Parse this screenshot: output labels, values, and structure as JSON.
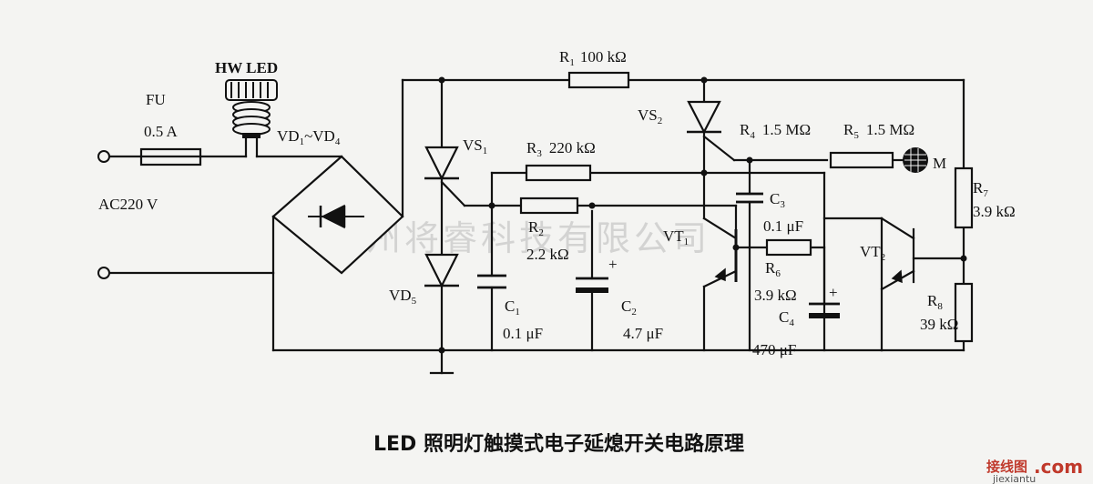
{
  "caption": "LED 照明灯触摸式电子延熄开关电路原理",
  "watermark": "杭州将睿科技有限公司",
  "brand": {
    "cn": "接线图",
    "dot": ".com",
    "url": "jiexiantu"
  },
  "labels": {
    "fu": "FU",
    "fu_value": "0.5 A",
    "hw_led": "HW  LED",
    "ac": "AC220 V",
    "bridge": "VD",
    "bridge_sub1": "1",
    "bridge_mid": "~VD",
    "bridge_sub2": "4",
    "vd5": "VD",
    "vd5_sub": "5",
    "vs1": "VS",
    "vs1_sub": "1",
    "vs2": "VS",
    "vs2_sub": "2",
    "r1": "R",
    "r1_sub": "1",
    "r1_value": "100 kΩ",
    "r2": "R",
    "r2_sub": "2",
    "r2_value": "2.2 kΩ",
    "r3": "R",
    "r3_sub": "3",
    "r3_value": "220 kΩ",
    "r4": "R",
    "r4_sub": "4",
    "r4_value": "1.5 MΩ",
    "r5": "R",
    "r5_sub": "5",
    "r5_value": "1.5 MΩ",
    "m": "M",
    "r6": "R",
    "r6_sub": "6",
    "r6_value": "3.9 kΩ",
    "r7": "R",
    "r7_sub": "7",
    "r7_value": "3.9 kΩ",
    "r8": "R",
    "r8_sub": "8",
    "r8_value": "39 kΩ",
    "c1": "C",
    "c1_sub": "1",
    "c1_value": "0.1 μF",
    "c2": "C",
    "c2_sub": "2",
    "c2_value": "4.7 μF",
    "c3": "C",
    "c3_sub": "3",
    "c3_value": "0.1 μF",
    "c4": "C",
    "c4_sub": "4",
    "c4_value": "470 μF",
    "vt1": "VT",
    "vt1_sub": "1",
    "vt2": "VT",
    "vt2_sub": "2",
    "plus": "+"
  }
}
